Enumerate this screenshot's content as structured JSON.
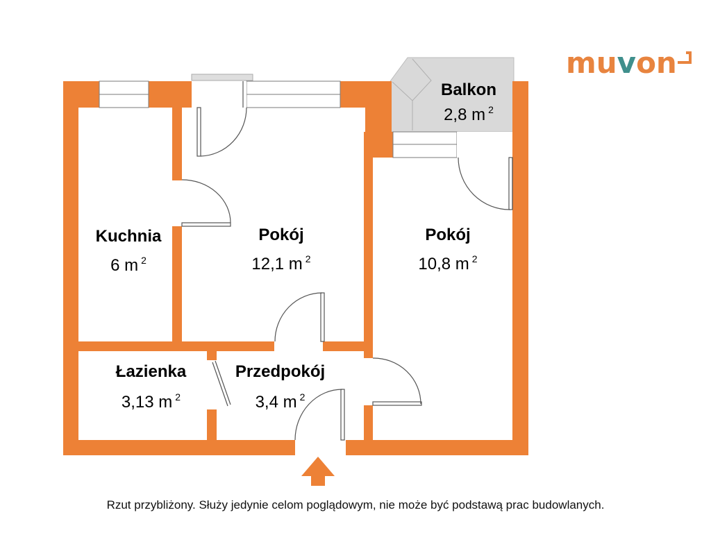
{
  "brand": {
    "logo_part1": "mu",
    "logo_part2": "v",
    "logo_part3": "on"
  },
  "rooms": {
    "balkon": {
      "name": "Balkon",
      "area": "2,8 m",
      "unit_exp": "2"
    },
    "kuchnia": {
      "name": "Kuchnia",
      "area": "6 m",
      "unit_exp": "2"
    },
    "pokoj_1": {
      "name": "Pokój",
      "area": "12,1 m",
      "unit_exp": "2"
    },
    "pokoj_2": {
      "name": "Pokój",
      "area": "10,8 m",
      "unit_exp": "2"
    },
    "lazienka": {
      "name": "Łazienka",
      "area": "3,13 m",
      "unit_exp": "2"
    },
    "przedpokoj": {
      "name": "Przedpokój",
      "area": "3,4 m",
      "unit_exp": "2"
    }
  },
  "caption": "Rzut przybliżony. Służy jedynie celom poglądowym, nie może być podstawą prac budowlanych.",
  "colors": {
    "wall": "#ed8136",
    "balcony": "#d9d9d9",
    "door_line": "#555555",
    "arrow": "#ed8136"
  },
  "icons": {
    "entrance": "entrance-arrow-icon",
    "logo_mark": "logo-mark-icon"
  }
}
